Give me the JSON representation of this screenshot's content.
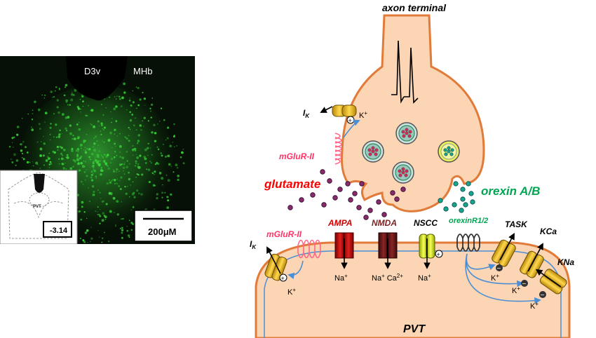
{
  "micrograph": {
    "labels": {
      "d3v": "D3v",
      "mhb": "MHb"
    },
    "atlas": {
      "pvt": "PVT",
      "bregma": "-3.14"
    },
    "scale_bar": "200μM",
    "colors": {
      "background": "#061006",
      "stain": "#39d639"
    }
  },
  "diagram": {
    "title_top": "axon terminal",
    "title_bottom": "PVT",
    "presynaptic": {
      "ik": "I",
      "ik_sub": "K",
      "k_ion": "K",
      "plus": "+",
      "mglur": "mGluR-II"
    },
    "transmitters": {
      "glutamate": "glutamate",
      "orexin": "orexin A/B"
    },
    "postsynaptic": {
      "mglur": "mGluR-II",
      "ik": "I",
      "ik_sub": "K",
      "k_ion": "K",
      "ampa": "AMPA",
      "nmda": "NMDA",
      "nscc": "NSCC",
      "orexin_receptor": "orexinR1/2",
      "task": "TASK",
      "kca": "KCa",
      "kna": "KNa",
      "na_ion": "Na",
      "ca_ion": "Ca",
      "ca_charge": "2+",
      "minus": "−"
    },
    "colors": {
      "terminal_fill": "#fcd5b4",
      "terminal_stroke": "#e07b39",
      "glutamate_text": "#ff0000",
      "orexin_text": "#00a651",
      "mglur_text": "#ff3366",
      "ampa_text": "#cc0000",
      "nmda_text": "#7a1f1f",
      "arrow_blue": "#4a8fd6"
    }
  }
}
